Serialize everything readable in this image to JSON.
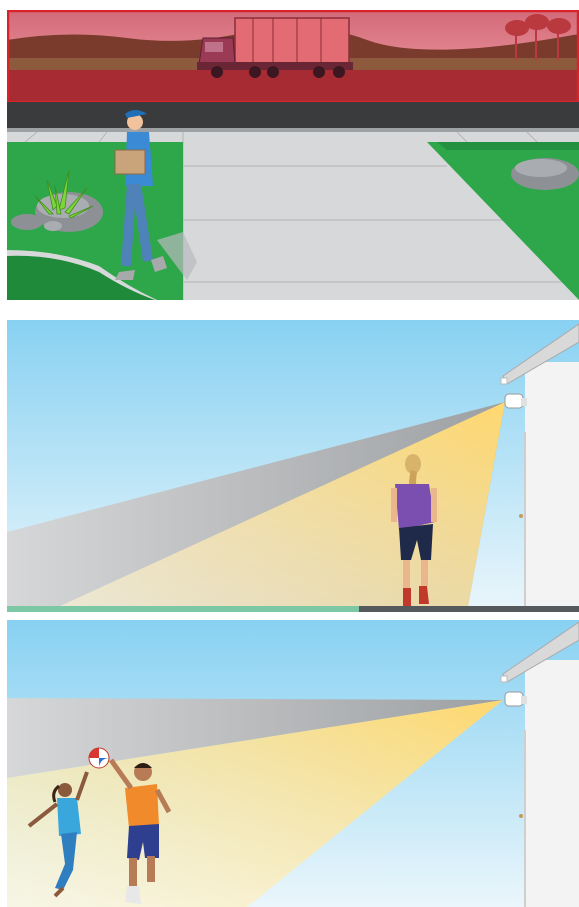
{
  "title": "",
  "panels": [
    {
      "id": "delivery-scene",
      "description_hidden": "",
      "zone_highlight": {
        "color": "#e0323a",
        "fill": "#e0323a",
        "opacity": 0.55
      }
    },
    {
      "id": "walking-scene"
    },
    {
      "id": "playing-scene"
    }
  ],
  "colors": {
    "sky_top": "#87d0f0",
    "sky_bottom": "#eaf5fb",
    "grass": "#2ea64a",
    "grass_dark": "#1b7a34",
    "sidewalk": "#d7d8d9",
    "street": "#3a3b3d",
    "house": "#f2f2f2",
    "beam_yellow": "#ffe79a",
    "beam_grey": "#bdbdbd",
    "zone_red": "#e0323a"
  },
  "icons": [
    "truck-icon",
    "camera-icon",
    "person-icon",
    "ball-icon",
    "plant-icon",
    "rock-icon"
  ]
}
